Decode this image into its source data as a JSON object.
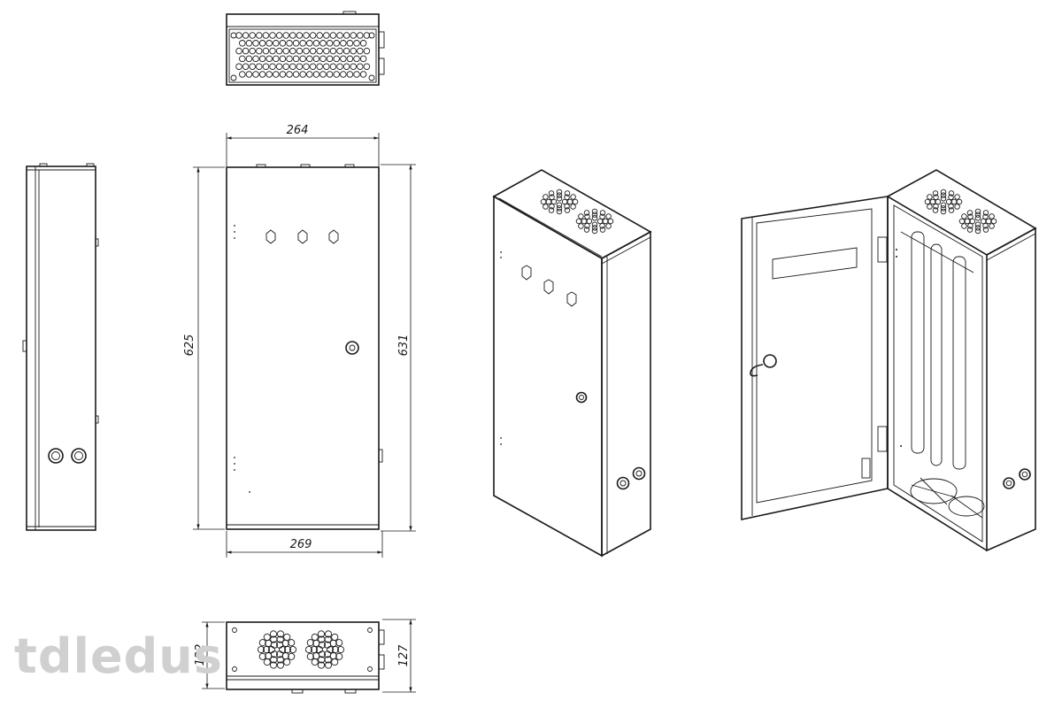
{
  "dimensions": {
    "width_top": "264",
    "width_bottom": "269",
    "height_left": "625",
    "height_right": "631",
    "depth_left": "122",
    "depth_right": "127"
  },
  "watermark": "tdledus"
}
